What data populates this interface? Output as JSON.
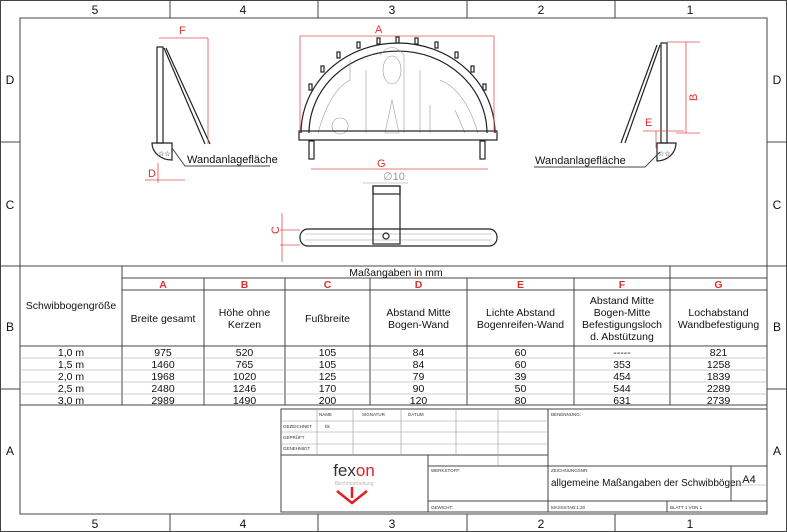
{
  "zones": {
    "columns": [
      "5",
      "4",
      "3",
      "2",
      "1"
    ],
    "rows": [
      "D",
      "C",
      "B",
      "A"
    ]
  },
  "drawing": {
    "dimension_labels": {
      "A": "A",
      "B": "B",
      "C": "C",
      "D": "D",
      "E": "E",
      "F": "F",
      "G": "G"
    },
    "hole_diameter": "∅10",
    "wall_surface_label_left": "Wandanlagefläche",
    "wall_surface_label_right": "Wandanlagefläche"
  },
  "table": {
    "group_header": "Maßangaben in mm",
    "first_column_header": "Schwibbogengröße",
    "letters": [
      "A",
      "B",
      "C",
      "D",
      "E",
      "F",
      "G"
    ],
    "descriptions": [
      [
        "Breite gesamt"
      ],
      [
        "Höhe ohne",
        "Kerzen"
      ],
      [
        "Fußbreite"
      ],
      [
        "Abstand Mitte",
        "Bogen-Wand"
      ],
      [
        "Lichte Abstand",
        "Bogenreifen-Wand"
      ],
      [
        "Abstand Mitte",
        "Bogen-Mitte",
        "Befestigungsloch",
        "d.  Abstützung"
      ],
      [
        "Lochabstand",
        "Wandbefestigung"
      ]
    ],
    "rows": [
      [
        "1,0 m",
        "975",
        "520",
        "105",
        "84",
        "60",
        "-----",
        "821"
      ],
      [
        "1,5 m",
        "1460",
        "765",
        "105",
        "84",
        "60",
        "353",
        "1258"
      ],
      [
        "2,0 m",
        "1968",
        "1020",
        "125",
        "79",
        "39",
        "454",
        "1839"
      ],
      [
        "2,5 m",
        "2480",
        "1246",
        "170",
        "90",
        "50",
        "544",
        "2289"
      ],
      [
        "3,0 m",
        "2989",
        "1490",
        "200",
        "120",
        "80",
        "631",
        "2739"
      ]
    ],
    "accent_color": "#e03030"
  },
  "title_block": {
    "col_name": "NAME",
    "col_signatur": "SIGNATUR",
    "col_datum": "DATUM",
    "row_gezeichnet": "GEZEICHNET",
    "gezeichnet_name": "hk",
    "row_geprueft": "GEPRÜFT",
    "row_genehmigt": "GENEHMIGT",
    "benennung": "BENENNUNG:",
    "werkstoff": "WERKSTOFF:",
    "zeichnungsnr": "ZEICHNUNGSNR.",
    "title": "allgemeine Maßangaben der Schwibbögen",
    "format": "A4",
    "gewicht": "GEWICHT:",
    "massstab": "MASSSTAB:1:20",
    "blatt": "BLATT 1 VON 1",
    "logo_text": "fexon",
    "logo_subtitle": "Blechbearbeitung"
  }
}
